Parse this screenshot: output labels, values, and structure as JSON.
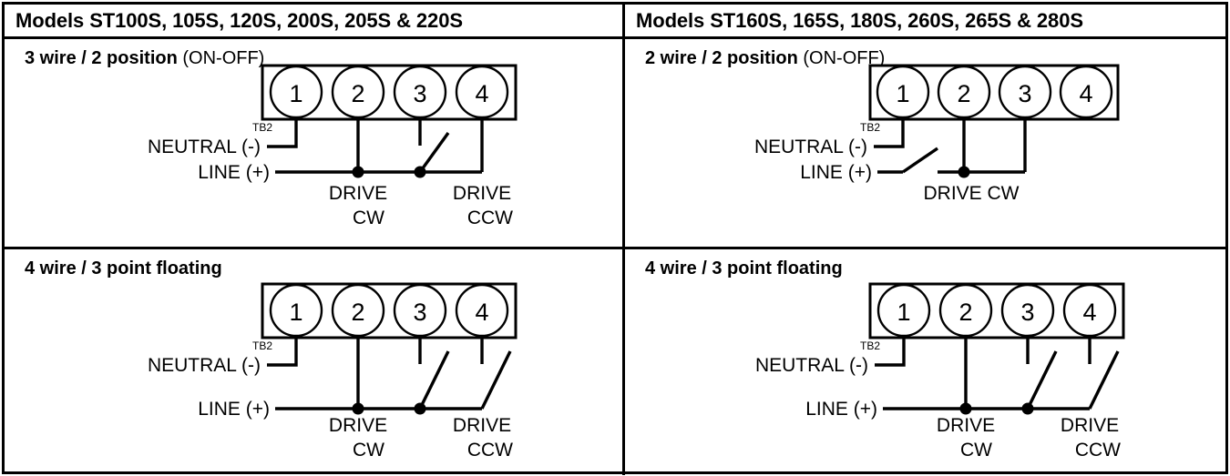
{
  "headers": {
    "left": "Models ST100S, 105S, 120S, 200S, 205S & 220S",
    "right": "Models ST160S, 165S, 180S, 260S, 265S & 280S"
  },
  "quadrants": {
    "top_left": {
      "title_bold": "3 wire / 2 position",
      "title_normal": "(ON-OFF)",
      "terminal_block_label": "TB2",
      "terminals": [
        "1",
        "2",
        "3",
        "4"
      ],
      "neutral_label": "NEUTRAL (-)",
      "line_label": "LINE (+)",
      "drive_labels": [
        {
          "line1": "DRIVE",
          "line2": "CW"
        },
        {
          "line1": "DRIVE",
          "line2": "CCW"
        }
      ]
    },
    "top_right": {
      "title_bold": "2 wire / 2 position",
      "title_normal": "(ON-OFF)",
      "terminal_block_label": "TB2",
      "terminals": [
        "1",
        "2",
        "3",
        "4"
      ],
      "neutral_label": "NEUTRAL (-)",
      "line_label": "LINE (+)",
      "drive_labels": [
        {
          "line1": "DRIVE CW",
          "line2": ""
        }
      ]
    },
    "bottom_left": {
      "title_bold": "4 wire / 3 point floating",
      "title_normal": "",
      "terminal_block_label": "TB2",
      "terminals": [
        "1",
        "2",
        "3",
        "4"
      ],
      "neutral_label": "NEUTRAL (-)",
      "line_label": "LINE (+)",
      "drive_labels": [
        {
          "line1": "DRIVE",
          "line2": "CW"
        },
        {
          "line1": "DRIVE",
          "line2": "CCW"
        }
      ]
    },
    "bottom_right": {
      "title_bold": "4 wire / 3 point floating",
      "title_normal": "",
      "terminal_block_label": "TB2",
      "terminals": [
        "1",
        "2",
        "3",
        "4"
      ],
      "neutral_label": "NEUTRAL (-)",
      "line_label": "LINE (+)",
      "drive_labels": [
        {
          "line1": "DRIVE",
          "line2": "CW"
        },
        {
          "line1": "DRIVE",
          "line2": "CCW"
        }
      ]
    }
  },
  "colors": {
    "ink": "#000000",
    "paper": "#ffffff"
  }
}
